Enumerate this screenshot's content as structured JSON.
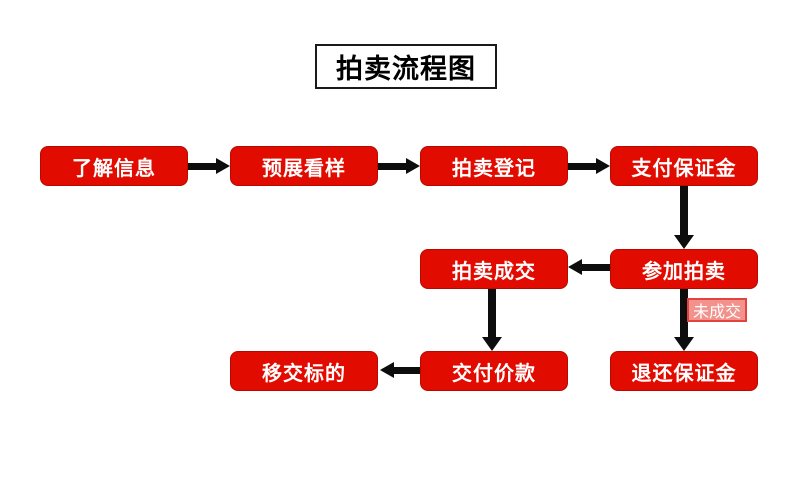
{
  "title": {
    "label": "拍卖流程图"
  },
  "colors": {
    "node_bg": "#e20b00",
    "node_border": "#b70900",
    "node_text": "#ffffff",
    "arrow": "#0d0d0d",
    "title_text": "#000000",
    "title_border": "#1a1a1a",
    "tag_bg": "#f2928d",
    "tag_border": "#e5423b",
    "tag_text": "#ffffff",
    "background": "#ffffff"
  },
  "nodes": [
    {
      "id": "understand-info",
      "label": "了解信息"
    },
    {
      "id": "preview-inspection",
      "label": "预展看样"
    },
    {
      "id": "auction-registration",
      "label": "拍卖登记"
    },
    {
      "id": "pay-deposit",
      "label": "支付保证金"
    },
    {
      "id": "auction-deal",
      "label": "拍卖成交"
    },
    {
      "id": "join-auction",
      "label": "参加拍卖"
    },
    {
      "id": "transfer-subject",
      "label": "移交标的"
    },
    {
      "id": "pay-price",
      "label": "交付价款"
    },
    {
      "id": "refund-deposit",
      "label": "退还保证金"
    }
  ],
  "edge_label": {
    "label": "未成交"
  }
}
